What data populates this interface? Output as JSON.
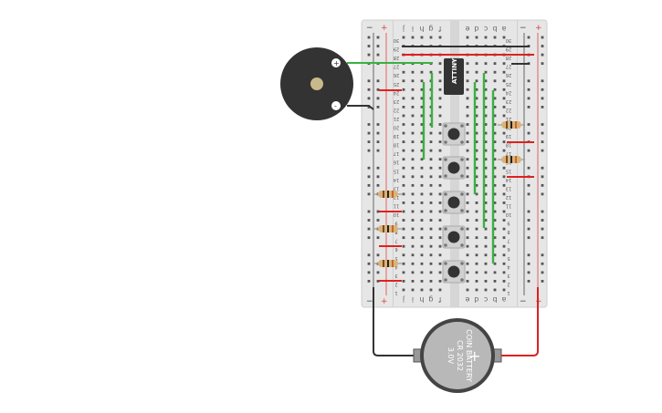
{
  "breadboard": {
    "rows": 30,
    "left_columns": [
      "f",
      "g",
      "h",
      "i",
      "j"
    ],
    "right_columns": [
      "a",
      "b",
      "c",
      "d",
      "e"
    ],
    "rail_minus": "−",
    "rail_plus": "+"
  },
  "buzzer": {
    "plus_label": "+",
    "minus_label": "-"
  },
  "chip": {
    "label": "ATTINY"
  },
  "battery": {
    "line1": "COIN BATTERY",
    "line2": "CR 2032",
    "line3": "3.0V",
    "plus_label": "+"
  },
  "colors": {
    "board": "#e6e6e6",
    "wire_green": "#3cb043",
    "wire_red": "#e02020",
    "wire_black": "#333333",
    "rail_red": "#e04040",
    "rail_black": "#444444"
  }
}
